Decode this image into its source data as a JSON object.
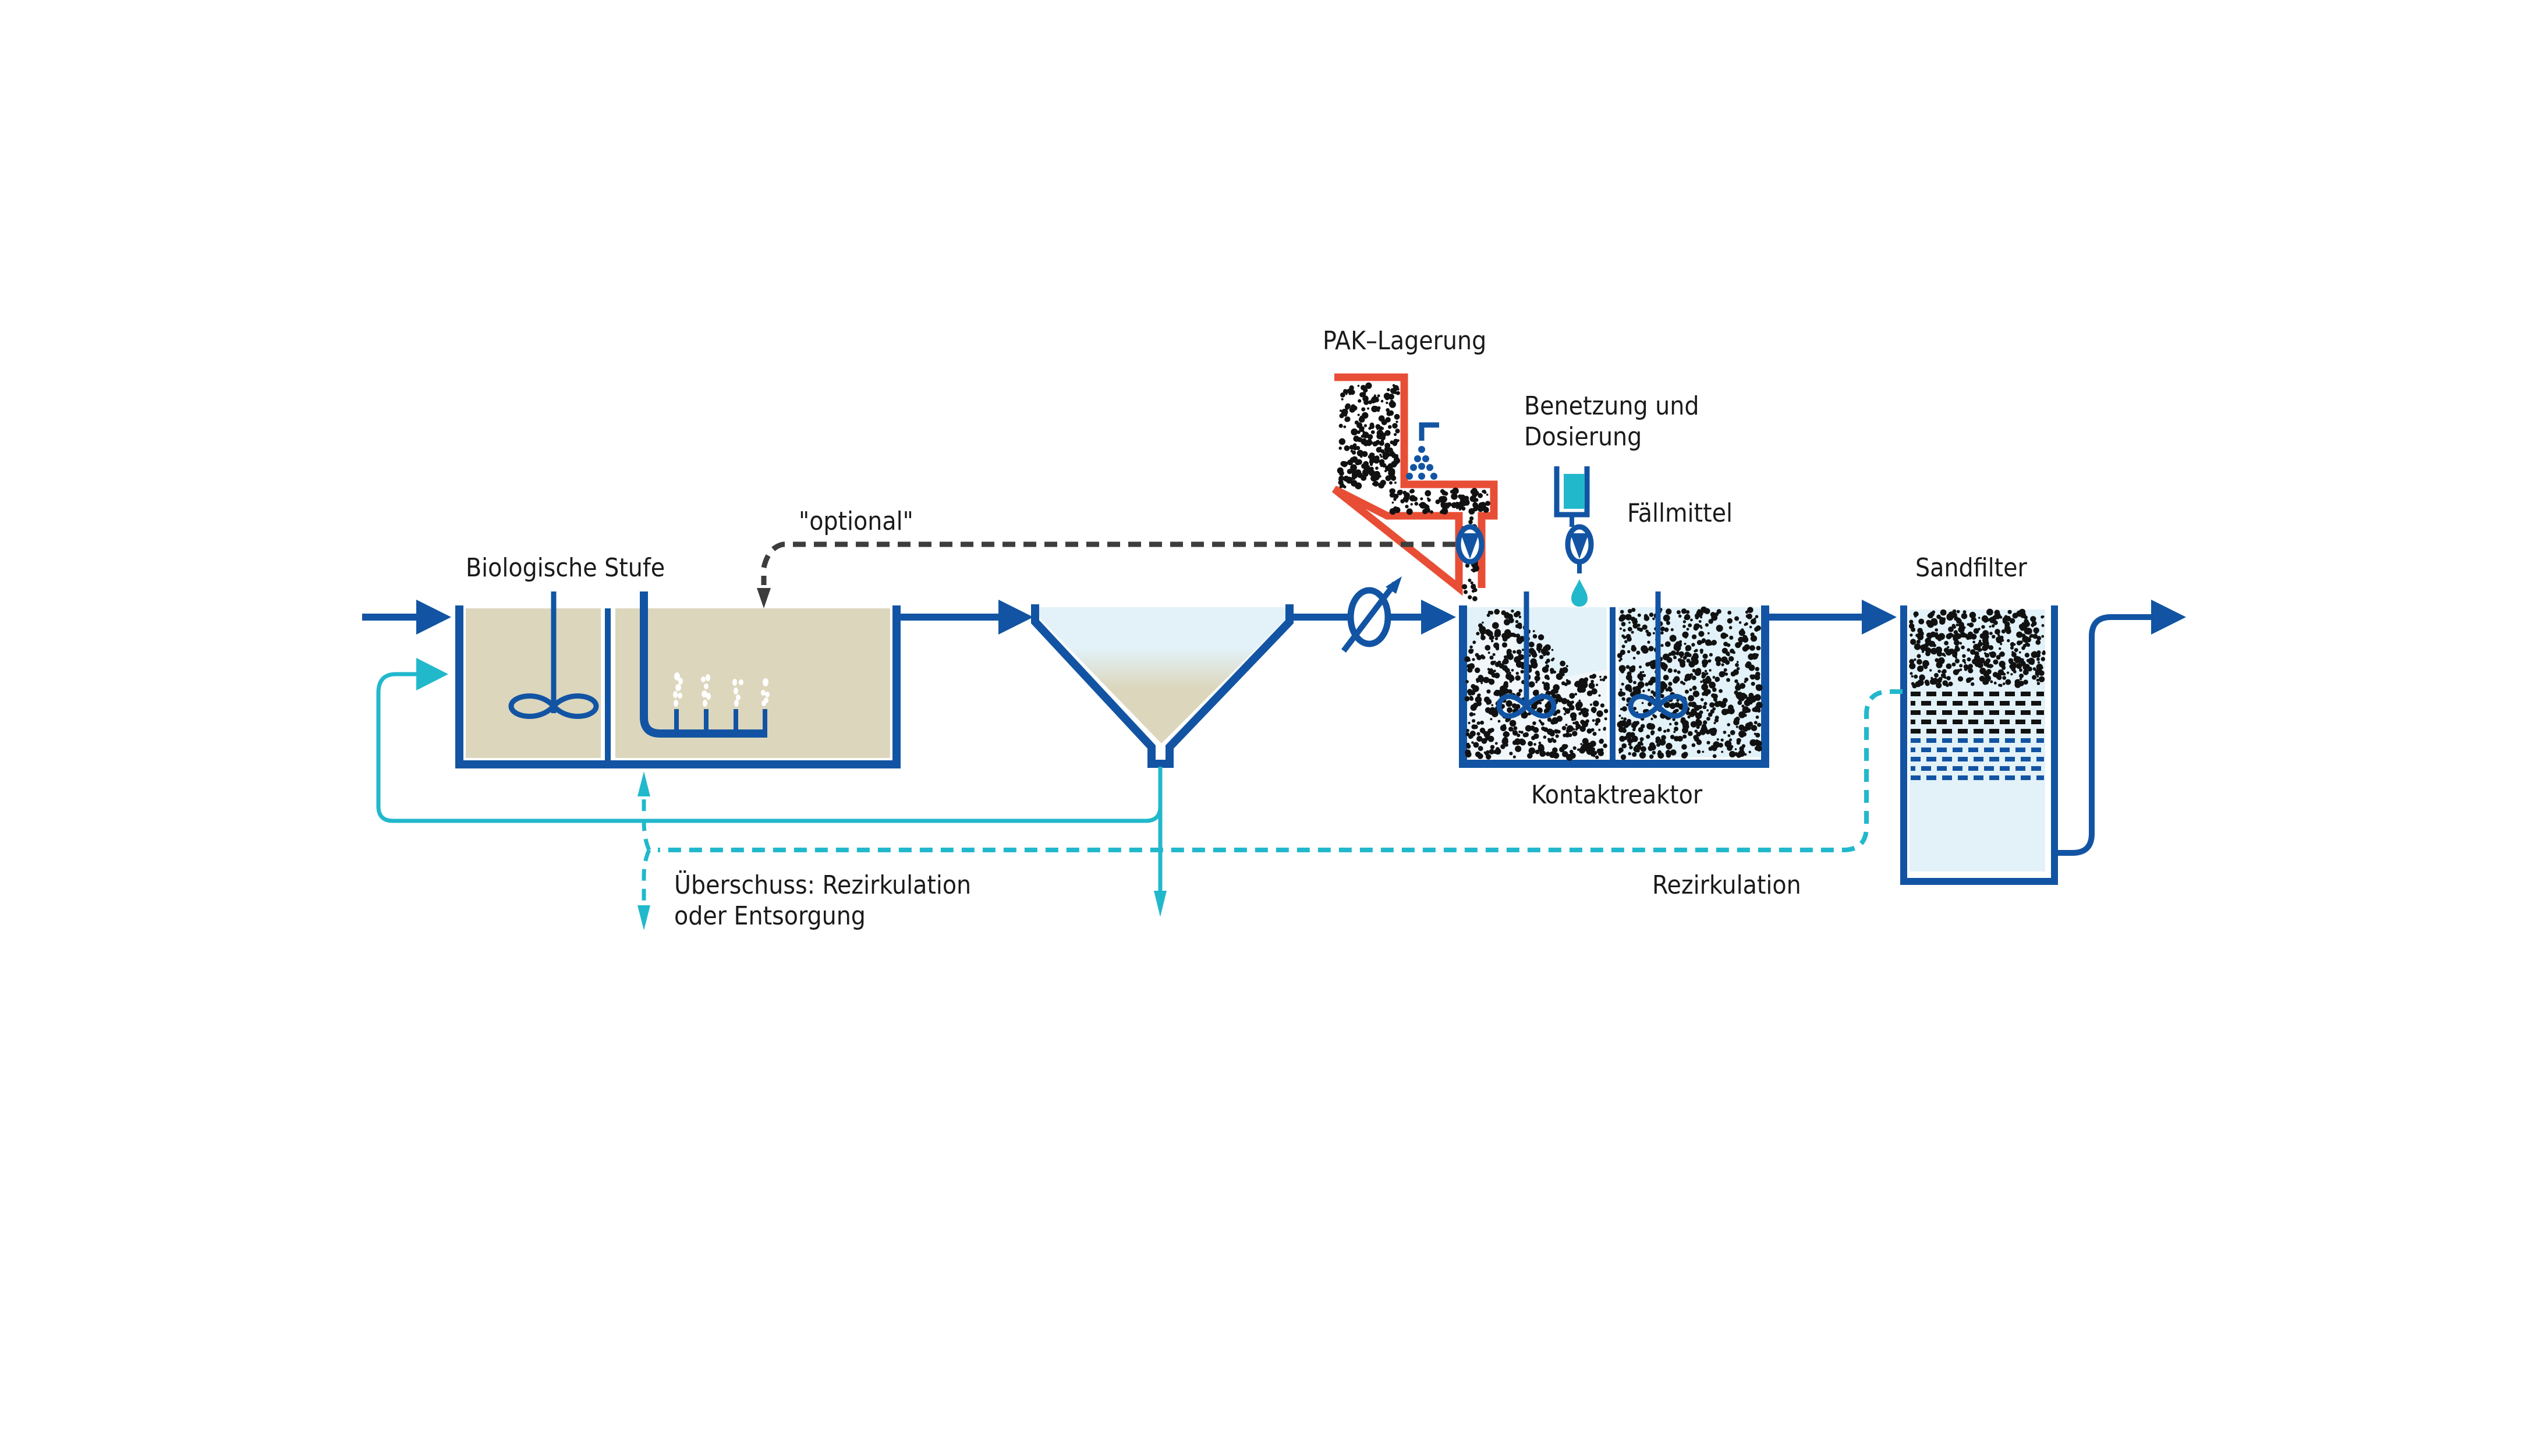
{
  "title": "PAK-Verfahren Prozessschema",
  "labels": {
    "biologische_stufe": "Biologische Stufe",
    "optional": "\"optional\"",
    "pak_lagerung": "PAK–Lagerung",
    "benetzung_line1": "Benetzung und",
    "benetzung_line2": "Dosierung",
    "faellmittel": "Fällmittel",
    "kontaktreaktor": "Kontaktreaktor",
    "sandfilter": "Sandfilter",
    "ueberschuss_line1": "Überschuss: Rezirkulation",
    "ueberschuss_line2": "oder Entsorgung",
    "rezirkulation": "Rezirkulation"
  },
  "icons": {
    "mixer": "mixer-icon",
    "aeration": "aeration-bubbles-icon",
    "flow_meter": "flow-meter-icon",
    "pump": "pump-icon",
    "droplet": "droplet-icon"
  },
  "colors": {
    "pipe_blue": "#1254a3",
    "cyan": "#22b8cc",
    "red": "#e84e35",
    "sludge": "#dcd6bd",
    "water": "#e2f2f8",
    "dark_dash": "#3d3d3d",
    "particle": "#111111"
  }
}
